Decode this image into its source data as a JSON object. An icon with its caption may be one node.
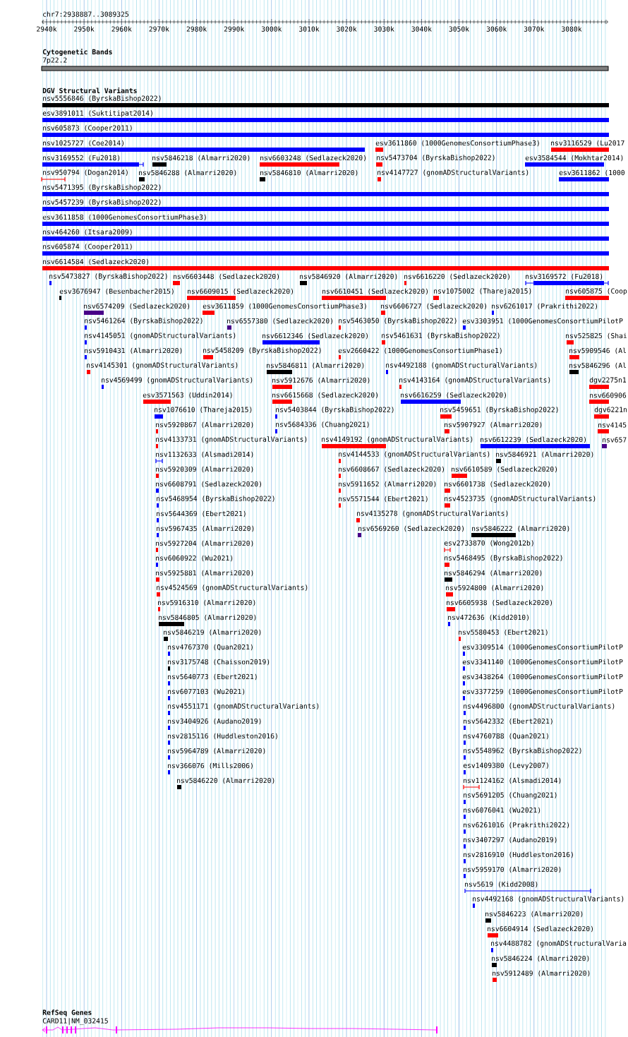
{
  "diagram": {
    "labels": [
      "chr7:2938887..3089325",
      "2940k",
      "2950k",
      "2960k",
      "2970k",
      "2980k",
      "2990k",
      "3000k",
      "3010k",
      "3020k",
      "3030k",
      "3040k",
      "3050k",
      "3060k",
      "3070k",
      "3080k",
      "Cytogenetic Bands",
      "7p22.2",
      "DGV Structural Variants",
      "nsv5556846 (ByrskaBishop2022)",
      "esv3891011 (Suktitipat2014)",
      "nsv605873 (Cooper2011)",
      "nsv1025727 (Coe2014)",
      "esv3611860 (1000GenomesConsortiumPhase3)",
      "nsv3116529 (Lu2017",
      "nsv3169552 (Fu2018)",
      "nsv5846218 (Almarri2020)",
      "nsv6603248 (Sedlazeck2020)",
      "nsv5473704 (ByrskaBishop2022)",
      "esv3584544 (Mokhtar2014)",
      "nsv950794 (Dogan2014)",
      "nsv5846288 (Almarri2020)",
      "nsv5846810 (Almarri2020)",
      "nsv4147727 (gnomADStructuralVariants)",
      "esv3611862 (1000",
      "nsv5471395 (ByrskaBishop2022)",
      "nsv5457239 (ByrskaBishop2022)",
      "esv3611858 (1000GenomesConsortiumPhase3)",
      "nsv464260 (Itsara2009)",
      "nsv605874 (Cooper2011)",
      "nsv6614584 (Sedlazeck2020)",
      "nsv5473827 (ByrskaBishop2022)",
      "nsv6603448 (Sedlazeck2020)",
      "nsv5846920 (Almarri2020)",
      "nsv6616220 (Sedlazeck2020)",
      "nsv3169572 (Fu2018)",
      "esv3676947 (Besenbacher2015)",
      "nsv6609015 (Sedlazeck2020)",
      "nsv6610451 (Sedlazeck2020)",
      "nsv1075002 (Thareja2015)",
      "nsv605875 (Coop",
      "nsv6574209 (Sedlazeck2020)",
      "esv3611859 (1000GenomesConsortiumPhase3)",
      "nsv6606727 (Sedlazeck2020)",
      "nsv6261017 (Prakrithi2022)",
      "nsv5461264 (ByrskaBishop2022)",
      "nsv6557380 (Sedlazeck2020)",
      "nsv5463050 (ByrskaBishop2022)",
      "esv3303951 (1000GenomesConsortiumPilotP",
      "nsv4145051 (gnomADStructuralVariants)",
      "nsv6612346 (Sedlazeck2020)",
      "nsv5461631 (ByrskaBishop2022)",
      "nsv525825 (Shai",
      "nsv5910431 (Almarri2020)",
      "nsv5458209 (ByrskaBishop2022)",
      "esv2660422 (1000GenomesConsortiumPhase1)",
      "nsv5909546 (Al",
      "nsv4145301 (gnomADStructuralVariants)",
      "nsv5846811 (Almarri2020)",
      "nsv4492188 (gnomADStructuralVariants)",
      "nsv5846296 (Al",
      "nsv4569499 (gnomADStructuralVariants)",
      "nsv5912676 (Almarri2020)",
      "nsv4143164 (gnomADStructuralVariants)",
      "dgv2275n1",
      "esv3571563 (Uddin2014)",
      "nsv6615668 (Sedlazeck2020)",
      "nsv6616259 (Sedlazeck2020)",
      "nsv660906",
      "nsv1076610 (Thareja2015)",
      "nsv5403844 (ByrskaBishop2022)",
      "nsv5459651 (ByrskaBishop2022)",
      "dgv6221n",
      "nsv5920867 (Almarri2020)",
      "nsv5684336 (Chuang2021)",
      "nsv5907927 (Almarri2020)",
      "nsv4145",
      "nsv4133731 (gnomADStructuralVariants)",
      "nsv4149192 (gnomADStructuralVariants)",
      "nsv6612239 (Sedlazeck2020)",
      "nsv657",
      "nsv1132633 (Alsmadi2014)",
      "nsv4144533 (gnomADStructuralVariants)",
      "nsv5846921 (Almarri2020)",
      "nsv5920309 (Almarri2020)",
      "nsv6608667 (Sedlazeck2020)",
      "nsv6610589 (Sedlazeck2020)",
      "nsv6608791 (Sedlazeck2020)",
      "nsv5911652 (Almarri2020)",
      "nsv6601738 (Sedlazeck2020)",
      "nsv5468954 (ByrskaBishop2022)",
      "nsv5571544 (Ebert2021)",
      "nsv4523735 (gnomADStructuralVariants)",
      "nsv5644369 (Ebert2021)",
      "nsv4135278 (gnomADStructuralVariants)",
      "nsv5967435 (Almarri2020)",
      "nsv6569260 (Sedlazeck2020)",
      "nsv5846222 (Almarri2020)",
      "nsv5927204 (Almarri2020)",
      "esv2733870 (Wong2012b)",
      "nsv6060922 (Wu2021)",
      "nsv5468495 (ByrskaBishop2022)",
      "nsv5925881 (Almarri2020)",
      "nsv5846294 (Almarri2020)",
      "nsv4524569 (gnomADStructuralVariants)",
      "nsv5924800 (Almarri2020)",
      "nsv5916310 (Almarri2020)",
      "nsv6605938 (Sedlazeck2020)",
      "nsv5846805 (Almarri2020)",
      "nsv472636 (Kidd2010)",
      "nsv5846219 (Almarri2020)",
      "nsv5580453 (Ebert2021)",
      "nsv4767370 (Quan2021)",
      "esv3309514 (1000GenomesConsortiumPilotP",
      "nsv3175748 (Chaisson2019)",
      "esv3341140 (1000GenomesConsortiumPilotP",
      "nsv5640773 (Ebert2021)",
      "esv3438264 (1000GenomesConsortiumPilotP",
      "nsv6077103 (Wu2021)",
      "esv3377259 (1000GenomesConsortiumPilotP",
      "nsv4551171 (gnomADStructuralVariants)",
      "nsv4496800 (gnomADStructuralVariants)",
      "nsv3404926 (Audano2019)",
      "nsv5642332 (Ebert2021)",
      "nsv2815116 (Huddleston2016)",
      "nsv4760788 (Quan2021)",
      "nsv5964789 (Almarri2020)",
      "nsv5548962 (ByrskaBishop2022)",
      "nsv366076 (Mills2006)",
      "esv1409380 (Levy2007)",
      "nsv5846220 (Almarri2020)",
      "nsv1124162 (Alsmadi2014)",
      "nsv5691205 (Chuang2021)",
      "nsv6076041 (Wu2021)",
      "nsv6261016 (Prakrithi2022)",
      "nsv3407297 (Audano2019)",
      "nsv2816910 (Huddleston2016)",
      "nsv5959170 (Almarri2020)",
      "nsv5619 (Kidd2008)",
      "nsv4492168 (gnomADStructuralVariants)",
      "nsv5846223 (Almarri2020)",
      "nsv6604914 (Sedlazeck2020)",
      "nsv4488782 (gnomADStructuralVaria",
      "nsv5846224 (Almarri2020)",
      "nsv5912489 (Almarri2020)",
      "RefSeq Genes",
      "CARD11|NM_032415"
    ]
  }
}
